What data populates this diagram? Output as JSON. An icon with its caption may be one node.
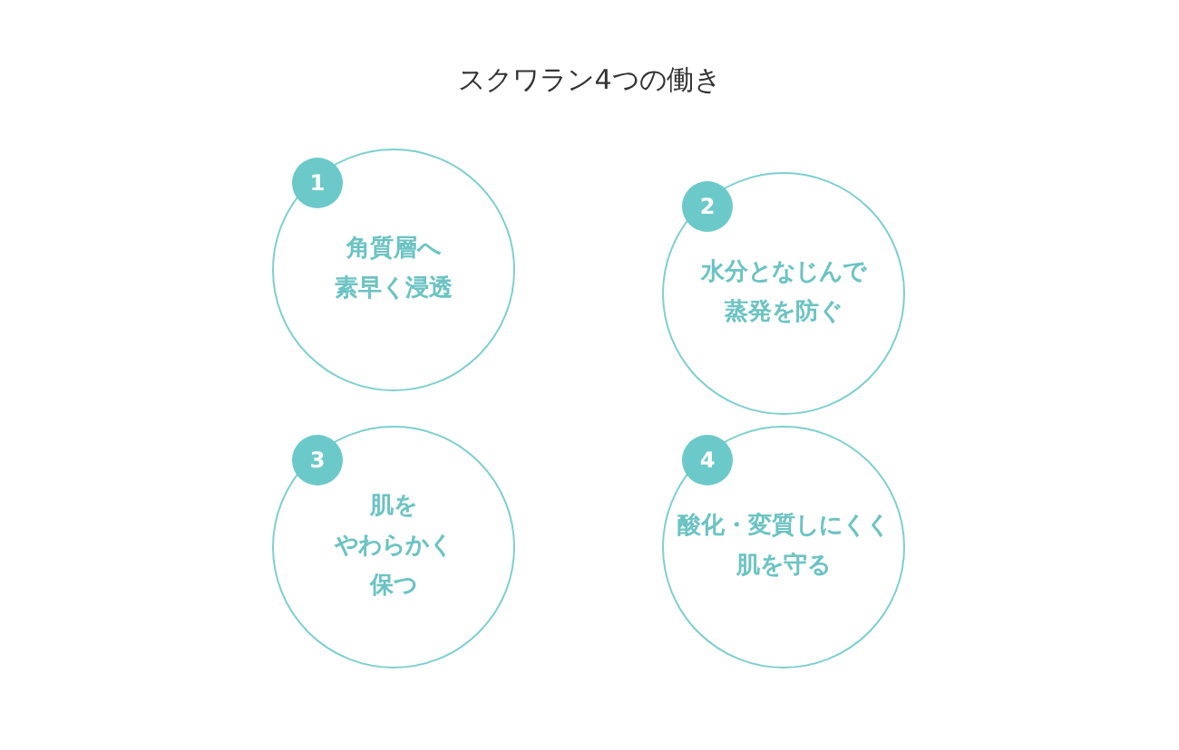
{
  "diagram": {
    "title": "スクワラン4つの働き",
    "nodes": [
      {
        "text": [
          "1",
          "角質層へ素早く浸透"
        ]
      },
      {
        "text": [
          "2",
          "水分となじんで蒸発を防ぐ"
        ]
      },
      {
        "text": [
          "3",
          "肌をやわらかく保つ"
        ]
      },
      {
        "text": [
          "4",
          "酸化・変質しにくく肌を守る"
        ]
      }
    ]
  }
}
